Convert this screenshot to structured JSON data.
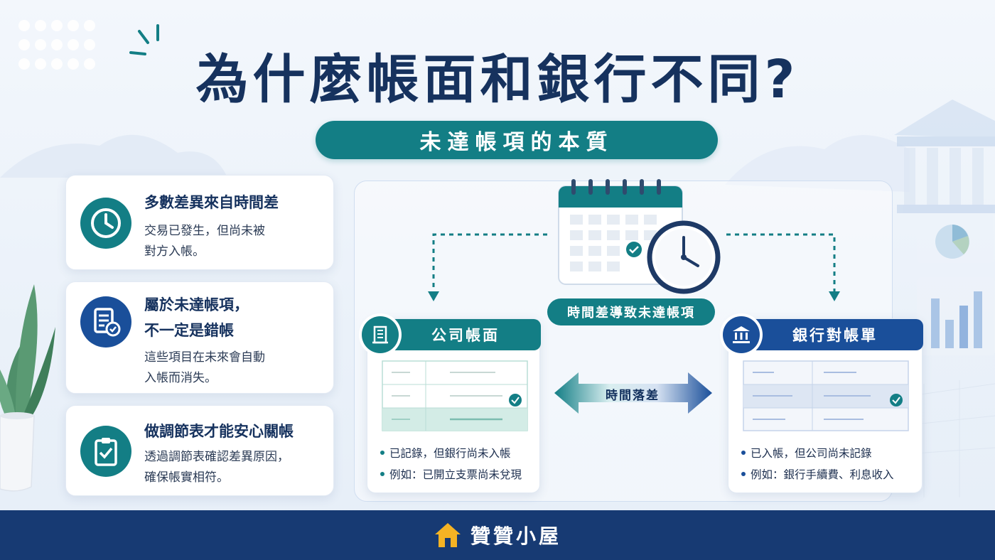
{
  "title": "為什麼帳面和銀行不同?",
  "subtitle": "未達帳項的本質",
  "cards": [
    {
      "title_lines": [
        "多數差異來自時間差"
      ],
      "body_lines": [
        "交易已發生，但尚未被",
        "對方入帳。"
      ],
      "icon": "clock-icon",
      "color": "#137e85"
    },
    {
      "title_lines": [
        "屬於未達帳項，",
        "不一定是錯帳"
      ],
      "body_lines": [
        "這些項目在未來會自動",
        "入帳而消失。"
      ],
      "icon": "document-check-icon",
      "color": "#1a4f9a"
    },
    {
      "title_lines": [
        "做調節表才能安心關帳"
      ],
      "body_lines": [
        "透過調節表確認差異原因，",
        "確保帳實相符。"
      ],
      "icon": "clipboard-check-icon",
      "color": "#137e85"
    }
  ],
  "center": {
    "caption": "時間差導致未達帳項",
    "lag_label": "時間落差",
    "company": {
      "title": "公司帳面",
      "bullets": [
        "已記錄，但銀行尚未入帳",
        "例如：已開立支票尚未兌現"
      ],
      "color": "#137e85"
    },
    "bank": {
      "title": "銀行對帳單",
      "bullets": [
        "已入帳，但公司尚未記錄",
        "例如：銀行手續費、利息收入"
      ],
      "color": "#1a4f9a"
    }
  },
  "footer": {
    "brand": "贊贊小屋",
    "icon": "house-icon"
  },
  "colors": {
    "teal": "#137e85",
    "navy": "#16325e",
    "blue": "#1a4f9a",
    "footer": "#173a73"
  }
}
